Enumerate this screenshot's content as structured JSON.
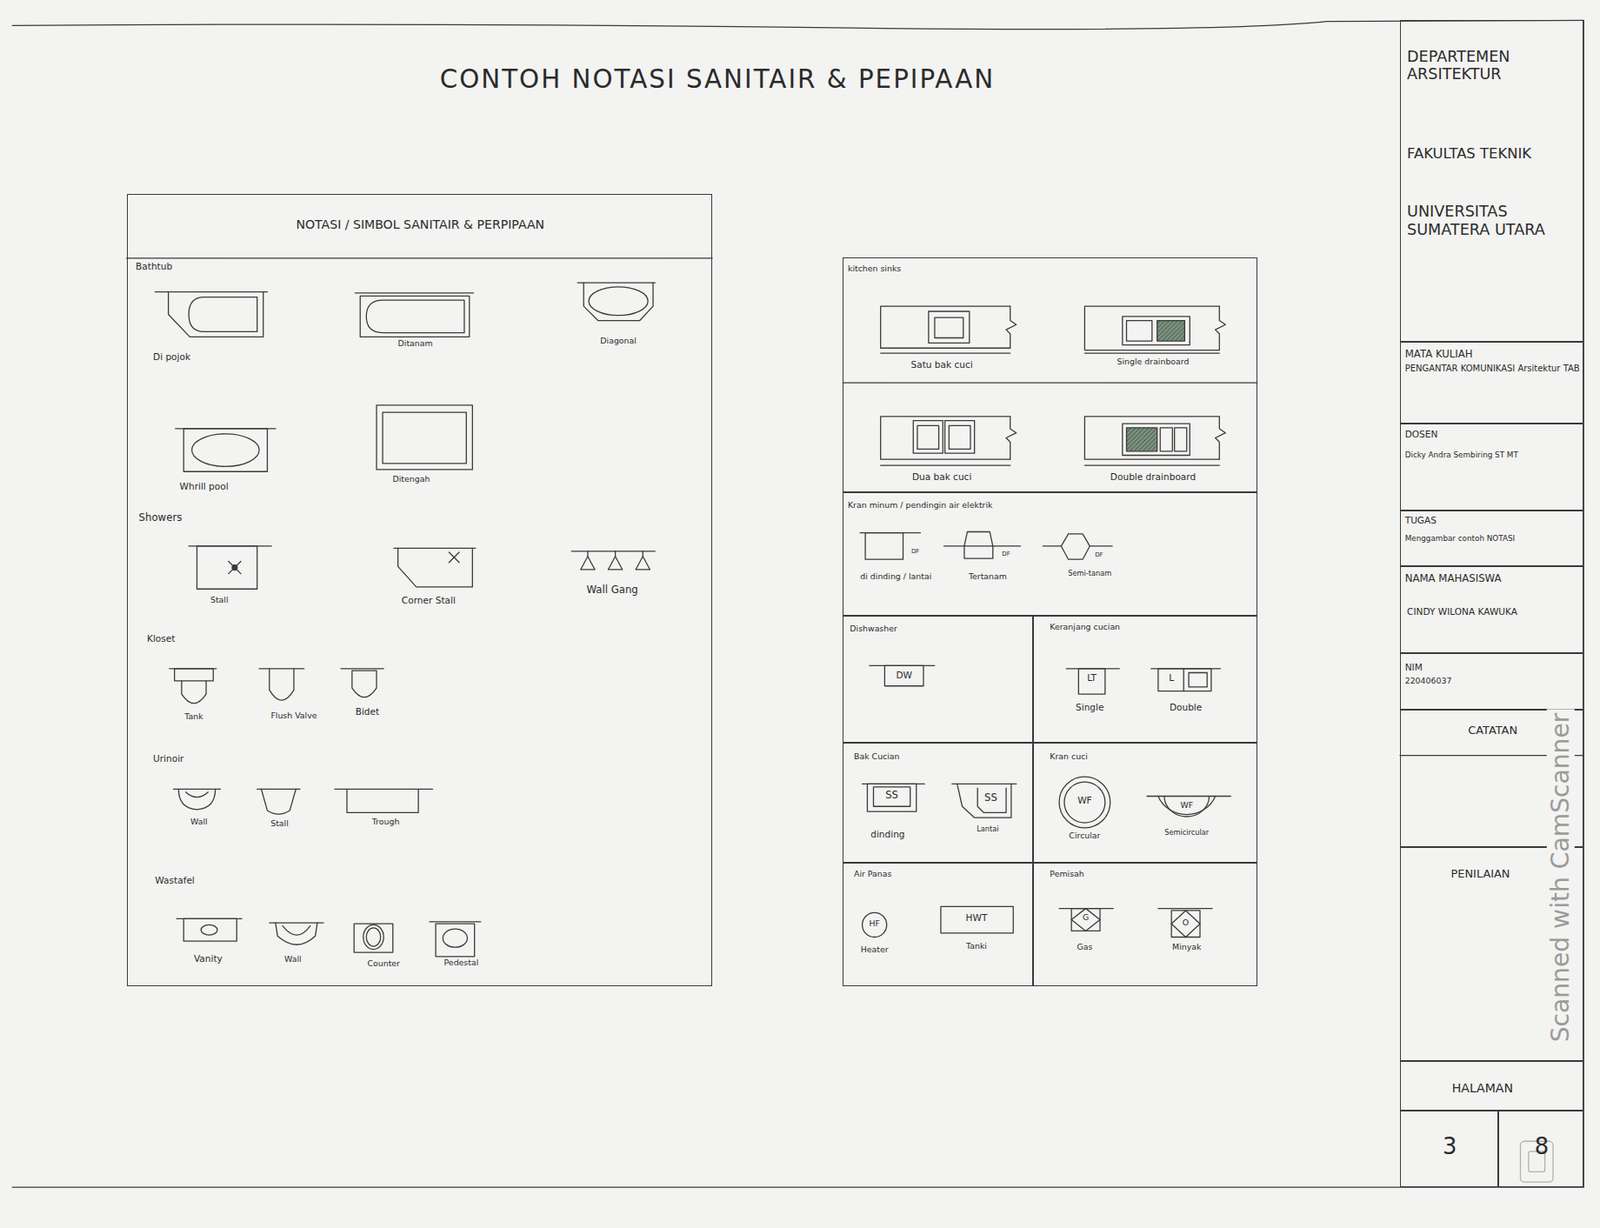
{
  "diagram": {
    "title": "CONTOH NOTASI SANITAIR & PEPIPAAN",
    "nodes": [
      {
        "text": [
          "NOTASI / SIMBOL SANITAIR & PERPIPAAN"
        ]
      },
      {
        "text": [
          "kitchen sinks"
        ]
      },
      {
        "text": [
          "Kran minum / pendingin air elektrik"
        ]
      },
      {
        "text": [
          "Dishwasher"
        ]
      },
      {
        "text": [
          "Keranjang cucian"
        ]
      },
      {
        "text": [
          "Bak Cucian"
        ]
      },
      {
        "text": [
          "Kran cuci"
        ]
      },
      {
        "text": [
          "Air Panas"
        ]
      },
      {
        "text": [
          "Pemisah"
        ]
      },
      {
        "text": [
          "DEPARTEMEN ARSITEKTUR",
          "FAKULTAS TEKNIK",
          "UNIVERSITAS SUMATERA UTARA"
        ]
      },
      {
        "text": [
          "MATA KULIAH",
          "PENGANTAR KOMUNIKASI Arsitektur TAB"
        ]
      },
      {
        "text": [
          "DOSEN",
          "Dicky Andra Sembiring ST MT"
        ]
      },
      {
        "text": [
          "TUGAS",
          "Menggambar contoh NOTASI"
        ]
      },
      {
        "text": [
          "NAMA MAHASISWA",
          "CINDY WILONA KAWUKA"
        ]
      },
      {
        "text": [
          "NIM",
          "220406037"
        ]
      },
      {
        "text": [
          "CATATAN"
        ]
      },
      {
        "text": [
          "PENILAIAN"
        ]
      },
      {
        "text": [
          "HALAMAN"
        ]
      },
      {
        "text": [
          "3"
        ]
      },
      {
        "text": [
          "8"
        ]
      }
    ],
    "labels": [
      "Bathtub",
      "Di pojok",
      "Ditanam",
      "Diagonal",
      "Whrill pool",
      "Ditengah",
      "Showers",
      "Stall",
      "Corner Stall",
      "Wall Gang",
      "Kloset",
      "Tank",
      "Flush Valve",
      "Bidet",
      "Urinoir",
      "Wall",
      "Stall",
      "Trough",
      "Wastafel",
      "Vanity",
      "Wall",
      "Counter",
      "Pedestal",
      "Satu bak cuci",
      "Single drainboard",
      "Dua bak cuci",
      "Double drainboard",
      "DF",
      "DF",
      "DF",
      "di dinding / lantai",
      "Tertanam",
      "Semi-tanam",
      "DW",
      "LT",
      "L",
      "Single",
      "Double",
      "SS",
      "SS",
      "dinding",
      "Lantai",
      "WF",
      "WF",
      "Circular",
      "Semicircular",
      "HF",
      "HWT",
      "Heater",
      "Tanki",
      "G",
      "O",
      "Gas",
      "Minyak",
      "Scanned with CamScanner"
    ]
  }
}
